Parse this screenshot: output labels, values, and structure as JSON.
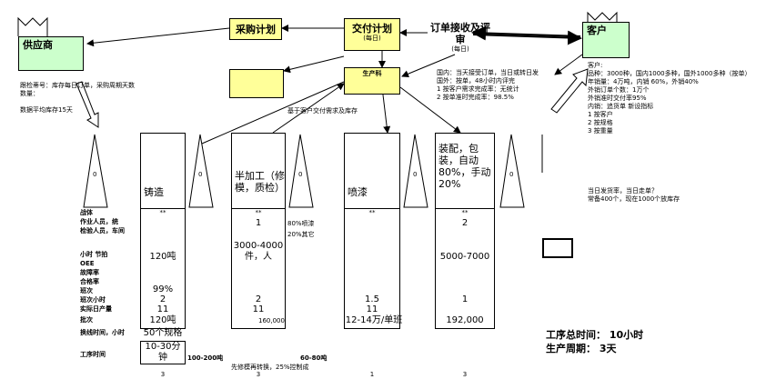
{
  "supplier": {
    "label": "供应商"
  },
  "customer": {
    "label": "客户"
  },
  "purchase_plan": {
    "label": "采购计划"
  },
  "delivery_plan": {
    "label": "交付计划",
    "freq": "(每日)"
  },
  "order_receipt": {
    "label": "订单接收及评审",
    "freq": "(每日)"
  },
  "production_dept": {
    "label": "生产科"
  },
  "supplier_note": {
    "l1": "跟检蒂号：库存每日订单，采购周期天数",
    "l2": "数量：",
    "l3": "数据平均库存15天"
  },
  "customer_info": {
    "l1": "国内：当天接受订单，当日或转日发",
    "l2": "国外：按单，48小时内评完",
    "l3": "1 按客户需求完成率：无统计",
    "l4": "2 按单准时完成率：98.5%"
  },
  "customer_stats": {
    "l1": "客户:",
    "l2": "品种：3000种，国内1000多种，国外1000多种（按单）",
    "l3": "年销量：4万吨，内销 60%，外销40%",
    "l4": "外销订单个数：1万个",
    "l5": "外销准时交付率95%",
    "l6": "内销：追货单 新设指标",
    "l7": "1 按客户",
    "l8": "2 按规格",
    "l9": "3 按重量"
  },
  "customer_stock": {
    "l1": "当日发货率，当日走单？",
    "l2": "常备400个，现在1000个放库存"
  },
  "schedule_note": "基于客户交付需求及库存",
  "inventory": [
    "0",
    "0",
    "0",
    "0",
    "0"
  ],
  "processes": [
    {
      "name": "铸造"
    },
    {
      "name": "半加工（修模，质检）"
    },
    {
      "name": "喷漆"
    },
    {
      "name": "装配，包装，自动80%，手动20%"
    }
  ],
  "row_labels": [
    "战体",
    "作业人员，统",
    "检验人员，车间",
    "小时 节拍",
    "OEE",
    "故障率",
    "合格率",
    "班次",
    "班次小时",
    "实际日产量",
    "批次",
    "换线时间，小时",
    "工序时间"
  ],
  "cells": {
    "p1": {
      "stars": "**",
      "takt": "120吨",
      "yield": "99%",
      "shift": "2",
      "hours": "11",
      "output": "120吨",
      "batch": "50个规格",
      "changeover": "10-30分钟",
      "time": "3"
    },
    "p2": {
      "stars": "**",
      "workers": "1",
      "takt": "3000-4000件，人",
      "shift": "2",
      "hours": "11",
      "output": "160,000",
      "time": "3"
    },
    "p3": {
      "stars": "**",
      "shift": "1.5",
      "hours": "11",
      "output": "12-14万/单班",
      "time": "1"
    },
    "p4": {
      "stars": "**",
      "workers": "2",
      "takt": "5000-7000",
      "shift": "1",
      "output": "192,000",
      "time": "3"
    }
  },
  "side_notes": {
    "n1a": "80%喷漆",
    "n1b": "20%其它",
    "n2": "100-200吨",
    "n3": "先修模再转换，25%控制成",
    "n4": "60-80吨"
  },
  "summary": {
    "total_time": "工序总时间： 10小时",
    "cycle": "生产周期： 3天"
  }
}
